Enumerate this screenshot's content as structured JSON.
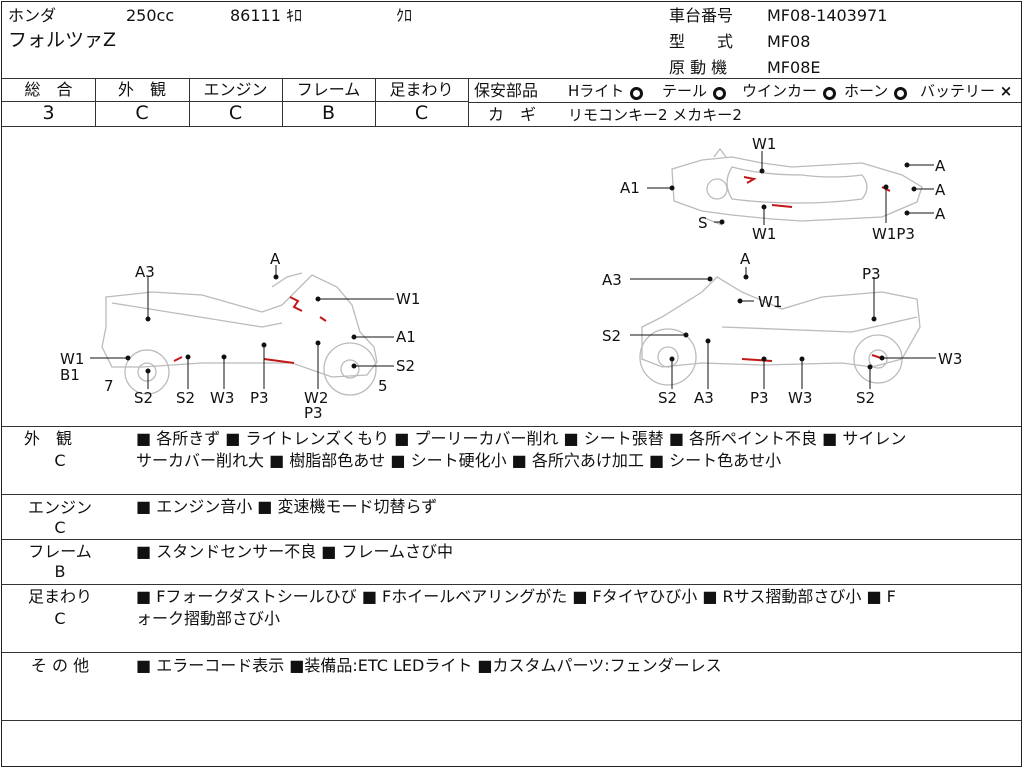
{
  "header": {
    "maker": "ホンダ",
    "displacement": "250cc",
    "mileage": "86111 ｷﾛ",
    "color": "ｸﾛ",
    "model_name": "フォルツァZ",
    "frame_no_label": "車台番号",
    "frame_no": "MF08-1403971",
    "type_label": "型　　式",
    "type_value": "MF08",
    "engine_label": "原 動 機",
    "engine_value": "MF08E"
  },
  "grades": {
    "headers": [
      "総　合",
      "外　観",
      "エンジン",
      "フレーム",
      "足まわり"
    ],
    "values": [
      "3",
      "C",
      "C",
      "B",
      "C"
    ]
  },
  "safety": {
    "label": "保安部品",
    "items": [
      {
        "name": "Hライト",
        "mark": "circle"
      },
      {
        "name": "テール",
        "mark": "circle"
      },
      {
        "name": "ウインカー",
        "mark": "circle"
      },
      {
        "name": "ホーン",
        "mark": "circle"
      },
      {
        "name": "バッテリー",
        "mark": "cross"
      }
    ],
    "cross_glyph": "×",
    "key_label": "カ　ギ",
    "key_value": "リモコンキー2 メカキー2"
  },
  "diagram": {
    "top_labels": [
      "W1",
      "A1",
      "A",
      "A",
      "A",
      "S",
      "W1",
      "W1P3"
    ],
    "left_labels": [
      "A",
      "A3",
      "W1",
      "A1",
      "W1",
      "B1",
      "7",
      "S2",
      "S2",
      "W3",
      "P3",
      "W2",
      "P3",
      "S2",
      "5"
    ],
    "right_labels": [
      "A",
      "A3",
      "W1",
      "P3",
      "S2",
      "W3",
      "S2",
      "A3",
      "P3",
      "W3",
      "S2"
    ]
  },
  "notes": [
    {
      "label": "外　観",
      "grade": "C",
      "lines": [
        "■ 各所きず ■ ライトレンズくもり ■ プーリーカバー削れ ■ シート張替 ■ 各所ペイント不良 ■ サイレン",
        "サーカバー削れ大 ■ 樹脂部色あせ ■ シート硬化小 ■ 各所穴あけ加工 ■ シート色あせ小"
      ]
    },
    {
      "label": "エンジン",
      "grade": "C",
      "lines": [
        "■ エンジン音小 ■ 変速機モード切替らず"
      ]
    },
    {
      "label": "フレーム",
      "grade": "B",
      "lines": [
        "■ スタンドセンサー不良 ■ フレームさび中"
      ]
    },
    {
      "label": "足まわり",
      "grade": "C",
      "lines": [
        "■ Fフォークダストシールひび ■ Fホイールベアリングがた ■ Fタイヤひび小 ■ Rサス摺動部さび小 ■ F",
        "ォーク摺動部さび小"
      ]
    },
    {
      "label": "そ の 他",
      "grade": "",
      "lines": [
        "■ エラーコード表示 ■装備品:ETC LEDライト ■カスタムパーツ:フェンダーレス"
      ]
    }
  ]
}
